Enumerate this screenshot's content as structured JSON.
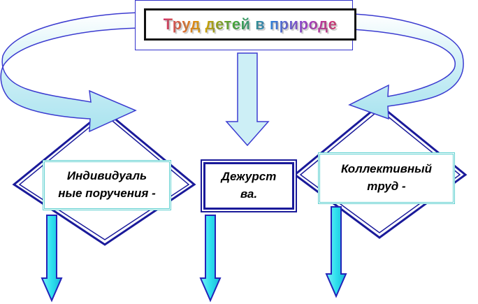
{
  "title": "Труд детей в природе",
  "boxes": {
    "individual": "Индивидуальные поручения -",
    "individual_line1": "Индивидуаль",
    "individual_line2": "ные поручения -",
    "duty_line1": "Дежурст",
    "duty_line2": "ва.",
    "collective_line1": "Коллективный",
    "collective_line2": "труд -"
  },
  "colors": {
    "arrow_fill": "#cdeff6",
    "arrow_stroke": "#3b3bd0",
    "down_arrow_fill": "#33e6f2",
    "diamond_stroke": "#1a1a9a",
    "box_border": "#5fd0d0"
  }
}
